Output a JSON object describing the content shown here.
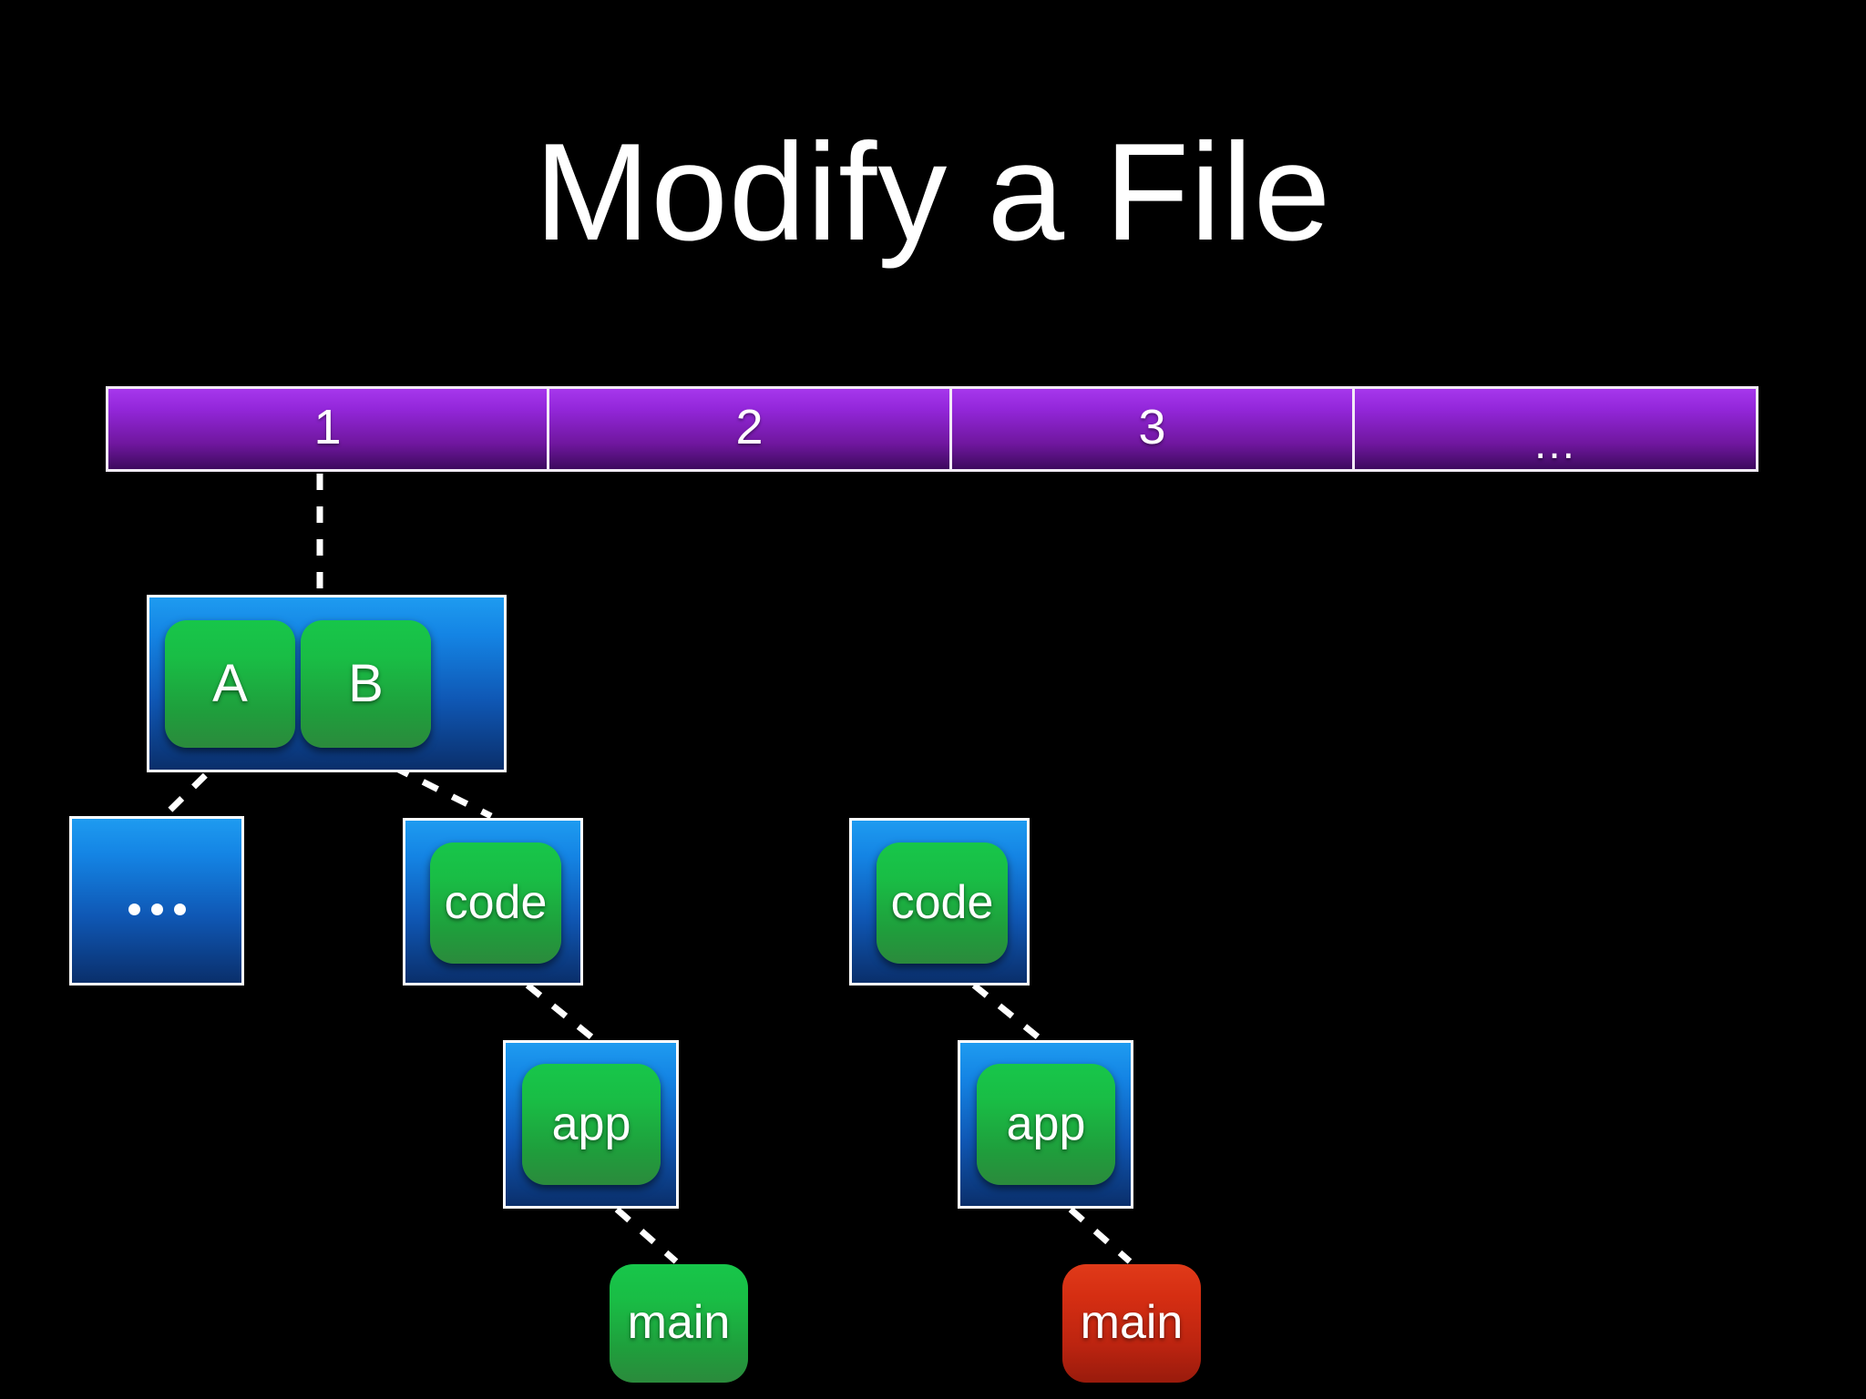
{
  "slide": {
    "title": "Modify a File",
    "background_color": "#000000",
    "text_color": "#ffffff"
  },
  "history_bar": {
    "name": "commit-history-bar",
    "accent_color": "#9327da",
    "border_color": "#f2eaf7",
    "cells": [
      {
        "label": "1",
        "selected": true
      },
      {
        "label": "2",
        "selected": false
      },
      {
        "label": "3",
        "selected": false
      },
      {
        "label": "...",
        "selected": false
      }
    ]
  },
  "tree": {
    "root_container": {
      "name": "tree-root-container",
      "color": "#1484e4",
      "children": [
        {
          "label": "A",
          "color": "#19bd45"
        },
        {
          "label": "B",
          "color": "#19bd45"
        }
      ]
    },
    "level2": [
      {
        "name": "placeholder-node",
        "label": "...",
        "color": "#1484e4",
        "tile": null
      },
      {
        "name": "code-node-left",
        "label": "code",
        "color": "#1484e4",
        "tile": "#19bd45"
      },
      {
        "name": "code-node-right",
        "label": "code",
        "color": "#1484e4",
        "tile": "#19bd45"
      }
    ],
    "level3": [
      {
        "name": "app-node-left",
        "label": "app",
        "color": "#1484e4",
        "tile": "#19bd45"
      },
      {
        "name": "app-node-right",
        "label": "app",
        "color": "#1484e4",
        "tile": "#19bd45"
      }
    ],
    "level4": [
      {
        "name": "main-node-left",
        "label": "main",
        "color": "#19bd45",
        "status": "unchanged"
      },
      {
        "name": "main-node-right",
        "label": "main",
        "color": "#bc2410",
        "status": "modified"
      }
    ],
    "placeholder_dots": 3
  }
}
